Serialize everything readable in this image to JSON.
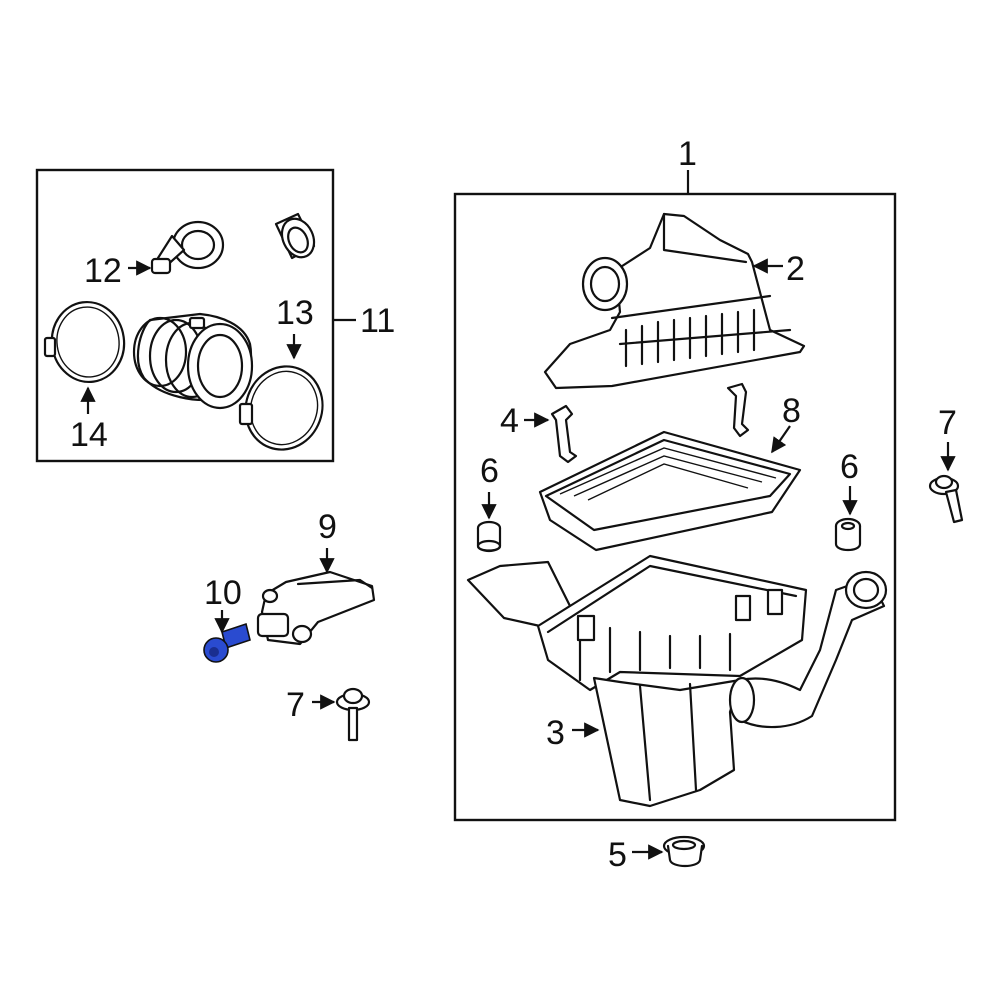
{
  "callouts": {
    "c1": "1",
    "c2": "2",
    "c3": "3",
    "c4": "4",
    "c5": "5",
    "c6a": "6",
    "c6b": "6",
    "c7a": "7",
    "c7b": "7",
    "c8": "8",
    "c9": "9",
    "c10": "10",
    "c11": "11",
    "c12": "12",
    "c13": "13",
    "c14": "14"
  },
  "highlight_color": "#2a4bd0",
  "line_color": "#111111"
}
